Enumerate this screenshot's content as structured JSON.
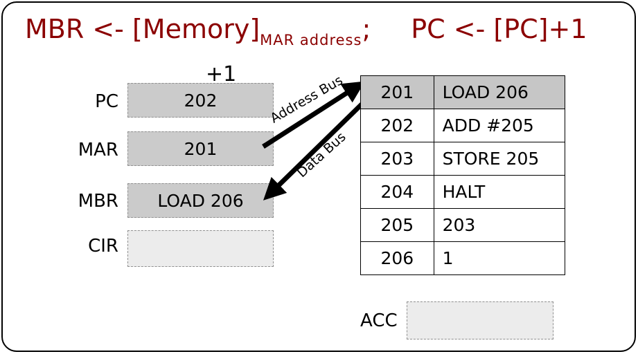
{
  "title": {
    "main": "MBR <- [Memory]",
    "subscript": "MAR  address",
    "separator": ";",
    "second": "PC <- [PC]+1"
  },
  "increment_annotation": "+1",
  "registers": [
    {
      "label": "PC",
      "value": "202"
    },
    {
      "label": "MAR",
      "value": "201"
    },
    {
      "label": "MBR",
      "value": "LOAD  206"
    },
    {
      "label": "CIR",
      "value": ""
    }
  ],
  "buses": {
    "address_label": "Address Bus",
    "data_label": "Data Bus"
  },
  "memory": {
    "rows": [
      {
        "address": "201",
        "instruction": "LOAD  206"
      },
      {
        "address": "202",
        "instruction": "ADD #205"
      },
      {
        "address": "203",
        "instruction": "STORE 205"
      },
      {
        "address": "204",
        "instruction": "HALT"
      },
      {
        "address": "205",
        "instruction": "203"
      },
      {
        "address": "206",
        "instruction": "1"
      }
    ]
  },
  "accumulator": {
    "label": "ACC",
    "value": ""
  },
  "colors": {
    "title_red": "#8b0000",
    "register_fill": "#cbcbcb",
    "empty_fill": "#ececec",
    "memory_highlight": "#c6c6c6"
  }
}
